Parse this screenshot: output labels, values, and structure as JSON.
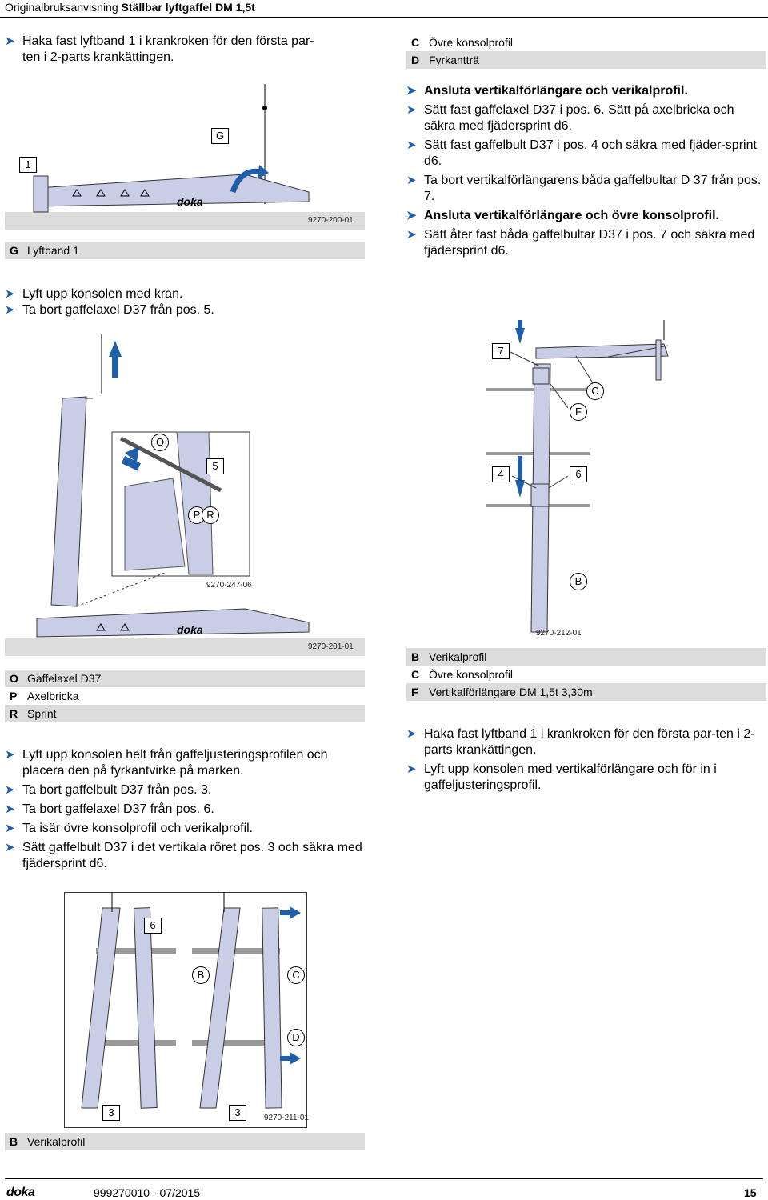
{
  "header": {
    "prefix": "Originalbruksanvisning",
    "title": "Ställbar lyftgaffel DM 1,5t"
  },
  "left_col": {
    "steps_top": [
      "Haka fast lyftband 1 i krankroken för den första par-\nten i 2-parts krankättingen."
    ],
    "fig1": {
      "callout_1": "1",
      "callout_G": "G",
      "code": "9270-200-01",
      "brand": "doka"
    },
    "legend1": [
      {
        "key": "G",
        "label": "Lyftband 1"
      }
    ],
    "steps_mid": [
      "Lyft upp konsolen med kran.",
      "Ta bort gaffelaxel D37 från pos. 5."
    ],
    "fig2": {
      "callout_O": "O",
      "callout_5": "5",
      "callout_P": "P",
      "callout_R": "R",
      "inset_code": "9270-247-06",
      "code": "9270-201-01",
      "brand": "doka"
    },
    "legend2": [
      {
        "key": "O",
        "label": "Gaffelaxel D37"
      },
      {
        "key": "P",
        "label": "Axelbricka"
      },
      {
        "key": "R",
        "label": "Sprint"
      }
    ],
    "steps_bottom": [
      "Lyft upp konsolen helt från gaffeljusteringsprofilen och placera den på fyrkantvirke på marken.",
      "Ta bort gaffelbult D37 från pos. 3.",
      "Ta bort gaffelaxel D37 från pos. 6.",
      "Ta isär övre konsolprofil och verikalprofil.",
      "Sätt gaffelbult D37 i det vertikala röret pos. 3 och säkra med fjädersprint d6."
    ],
    "fig3": {
      "callout_6": "6",
      "callout_B": "B",
      "callout_C": "C",
      "callout_D": "D",
      "callout_3a": "3",
      "callout_3b": "3",
      "code": "9270-211-01"
    },
    "legend3": [
      {
        "key": "B",
        "label": "Verikalprofil"
      }
    ]
  },
  "right_col": {
    "legend_top": [
      {
        "key": "C",
        "label": "Övre konsolprofil"
      },
      {
        "key": "D",
        "label": "Fyrkantträ"
      }
    ],
    "steps_top": [
      {
        "text": "Ansluta vertikalförlängare och verikalprofil.",
        "bold": true
      },
      {
        "text": "Sätt fast gaffelaxel D37 i pos. 6. Sätt på axelbricka och säkra med fjädersprint d6.",
        "bold": false
      },
      {
        "text": "Sätt fast gaffelbult D37 i pos. 4 och säkra med fjäder-sprint d6.",
        "bold": false
      },
      {
        "text": "Ta bort vertikalförlängarens båda gaffelbultar D 37 från pos. 7.",
        "bold": false
      },
      {
        "text": "Ansluta vertikalförlängare och övre konsolprofil.",
        "bold": true
      },
      {
        "text": "Sätt åter fast båda gaffelbultar D37 i pos. 7 och säkra med fjädersprint d6.",
        "bold": false
      }
    ],
    "fig4": {
      "callout_7": "7",
      "callout_C": "C",
      "callout_F": "F",
      "callout_4": "4",
      "callout_6": "6",
      "callout_B": "B",
      "code": "9270-212-01"
    },
    "legend_mid": [
      {
        "key": "B",
        "label": "Verikalprofil"
      },
      {
        "key": "C",
        "label": "Övre konsolprofil"
      },
      {
        "key": "F",
        "label": "Vertikalförlängare DM 1,5t 3,30m"
      }
    ],
    "steps_bottom": [
      "Haka fast lyftband 1 i krankroken för den första par-ten i 2-parts krankättingen.",
      "Lyft upp konsolen med vertikalförlängare och för in i gaffeljusteringsprofil."
    ]
  },
  "footer": {
    "logo": "doka",
    "doc_code": "999270010 - 07/2015",
    "page": "15"
  },
  "colors": {
    "accent_blue": "#1f5fa8",
    "part_fill": "#c9cde6",
    "legend_shade": "#dcdcdc"
  }
}
